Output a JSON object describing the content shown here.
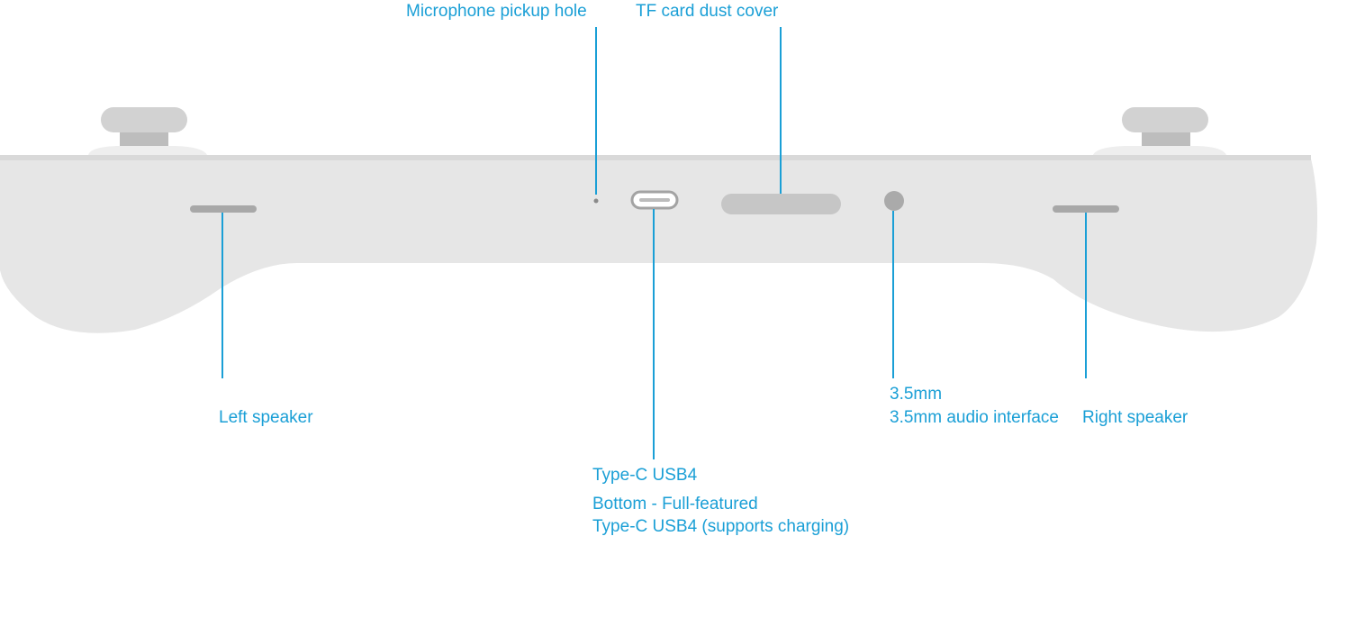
{
  "callouts": {
    "microphone": "Microphone pickup hole",
    "tf_card": "TF card dust cover",
    "left_speaker": "Left speaker",
    "right_speaker": "Right speaker",
    "audio_short": "3.5mm",
    "audio_full": "3.5mm audio interface",
    "usb_short": "Type-C USB4",
    "usb_desc_line1": "Bottom - Full-featured",
    "usb_desc_line2": "Type-C USB4 (supports charging)"
  },
  "colors": {
    "accent": "#1a9fd6",
    "body": "#e6e6e6",
    "top_edge": "#d9d9d9",
    "port": "#bdbdbd",
    "port_dark": "#9e9e9e",
    "stick": "#cfcfcf"
  }
}
